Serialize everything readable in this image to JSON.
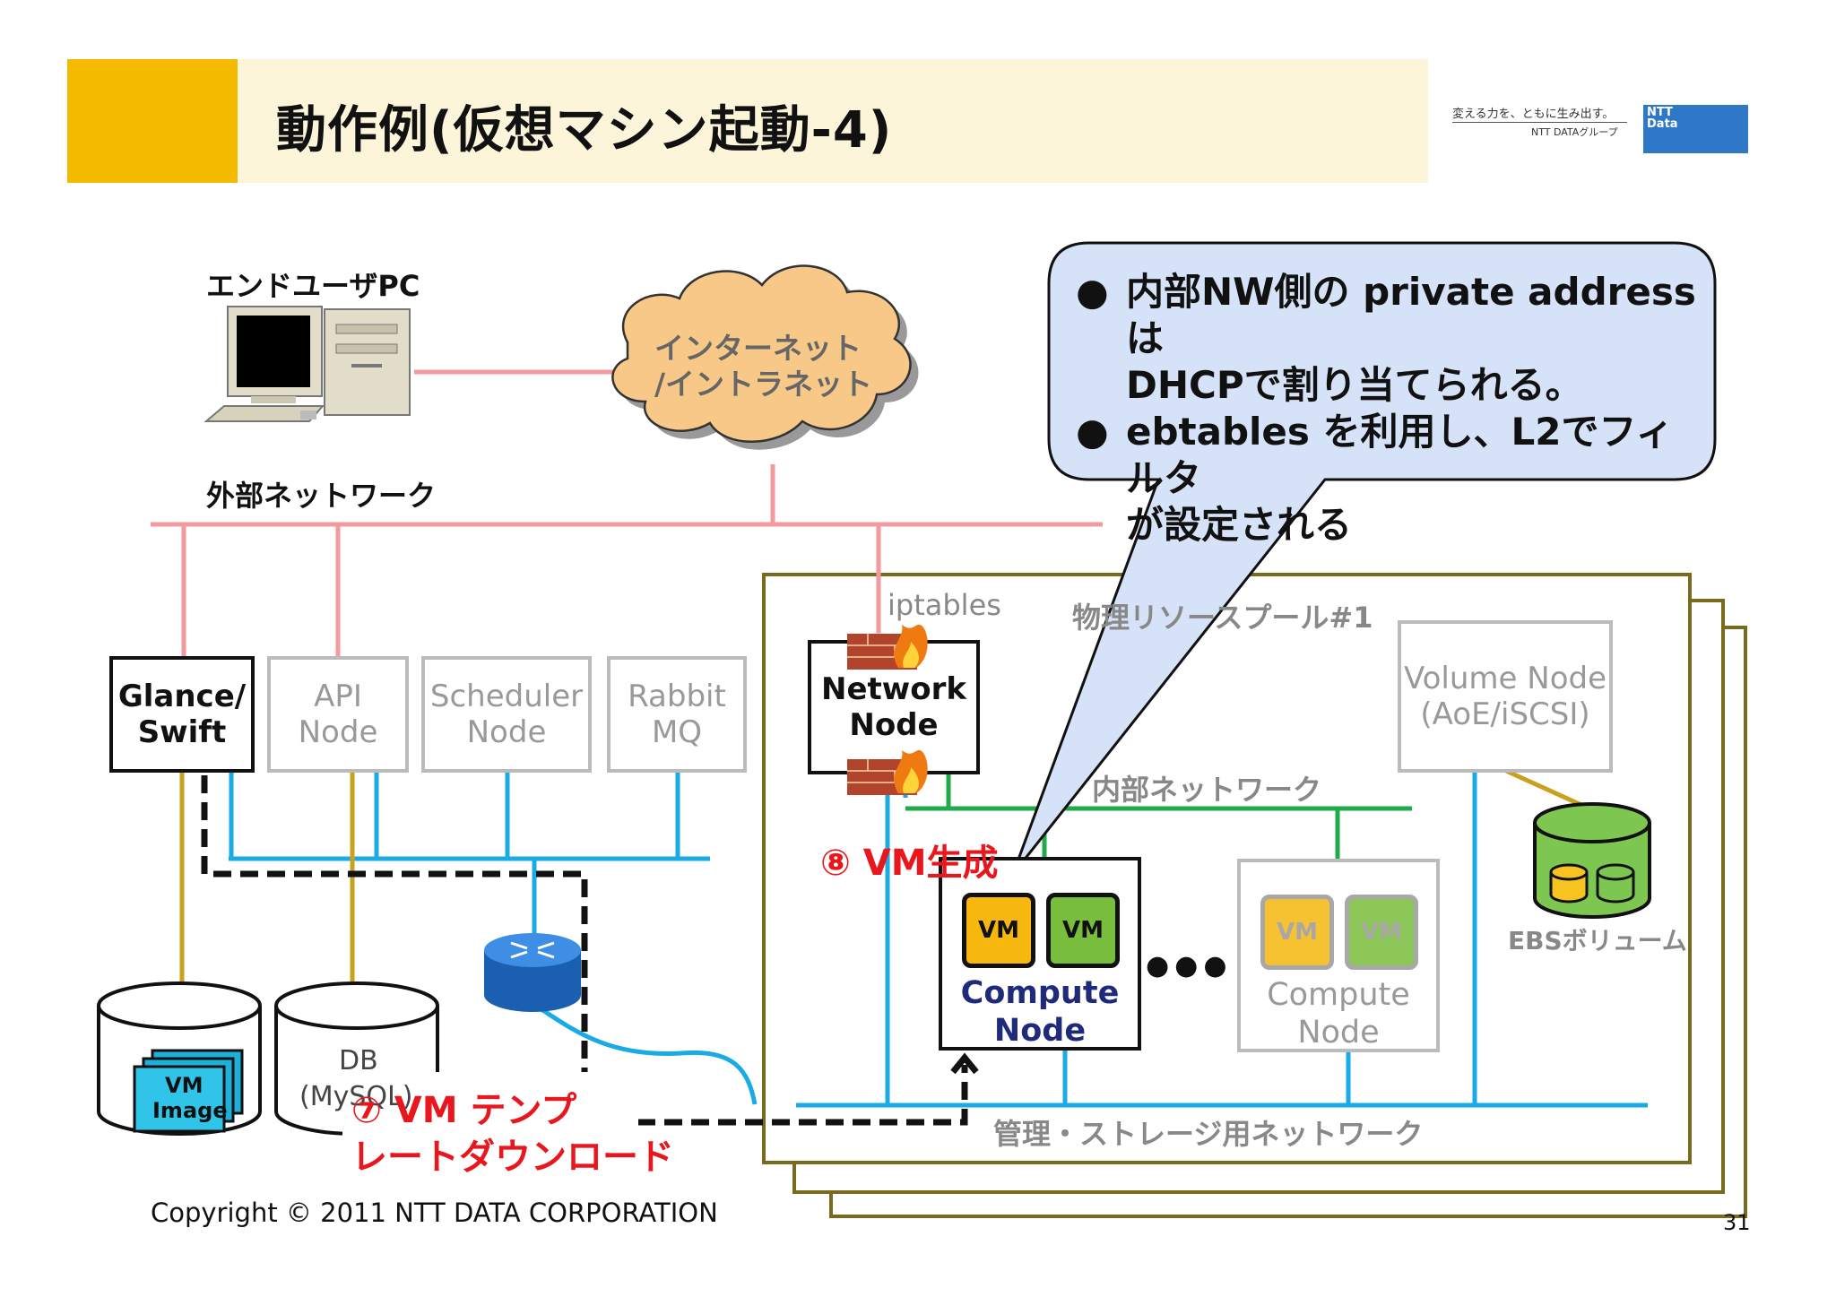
{
  "slide": {
    "title": "動作例(仮想マシン起動-4)",
    "logo_tagline": "変える力を、ともに生み出す。",
    "logo_group": "NTT DATAグループ",
    "logo_brand": "NTT Data",
    "copyright": "Copyright © 2011 NTT DATA CORPORATION",
    "page_number": "31"
  },
  "labels": {
    "end_user_pc": "エンドユーザPC",
    "internet_line1": "インターネット",
    "internet_line2": "/イントラネット",
    "external_network": "外部ネットワーク",
    "iptables": "iptables",
    "resource_pool": "物理リソースプール#1",
    "internal_network": "内部ネットワーク",
    "management_network": "管理・ストレージ用ネットワーク",
    "ebs_volume": "EBSボリューム",
    "db_line1": "DB",
    "db_line2": "(MySQL)",
    "vm_image_line1": "VM",
    "vm_image_line2": "Image"
  },
  "nodes": {
    "glance_line1": "Glance/",
    "glance_line2": "Swift",
    "api_line1": "API",
    "api_line2": "Node",
    "scheduler_line1": "Scheduler",
    "scheduler_line2": "Node",
    "rabbit_line1": "Rabbit",
    "rabbit_line2": "MQ",
    "network_line1": "Network",
    "network_line2": "Node",
    "volume_line1": "Volume Node",
    "volume_line2": "(AoE/iSCSI)",
    "compute_line1": "Compute",
    "compute_line2": "Node",
    "vm": "VM",
    "ellipsis": "●●●"
  },
  "steps": {
    "step7_line1": "⑦ VM テンプ",
    "step7_line2": "レートダウンロード",
    "step8": "⑧ VM生成"
  },
  "callout": {
    "bullet": "●",
    "item1_line1": "内部NW側の private address は",
    "item1_line2": "DHCPで割り当てられる。",
    "item2_line1": "ebtables を利用し、L2でフィルタ",
    "item2_line2": "が設定される"
  },
  "colors": {
    "header_accent": "#F4BA00",
    "header_band": "#FCF5DA",
    "external_net": "#F29A9E",
    "internal_net": "#20AA4A",
    "management_net": "#1AAAE6",
    "storage_link": "#C8A21E",
    "pool_border": "#7A6A1E",
    "cloud_fill": "#F8C888",
    "callout_fill": "#D5E2F7",
    "step_red": "#E8171E",
    "vm_yellow": "#F6B80E",
    "vm_green": "#78BE3C",
    "compute_text": "#1F2A7A",
    "logo_blue": "#2F78C8"
  }
}
